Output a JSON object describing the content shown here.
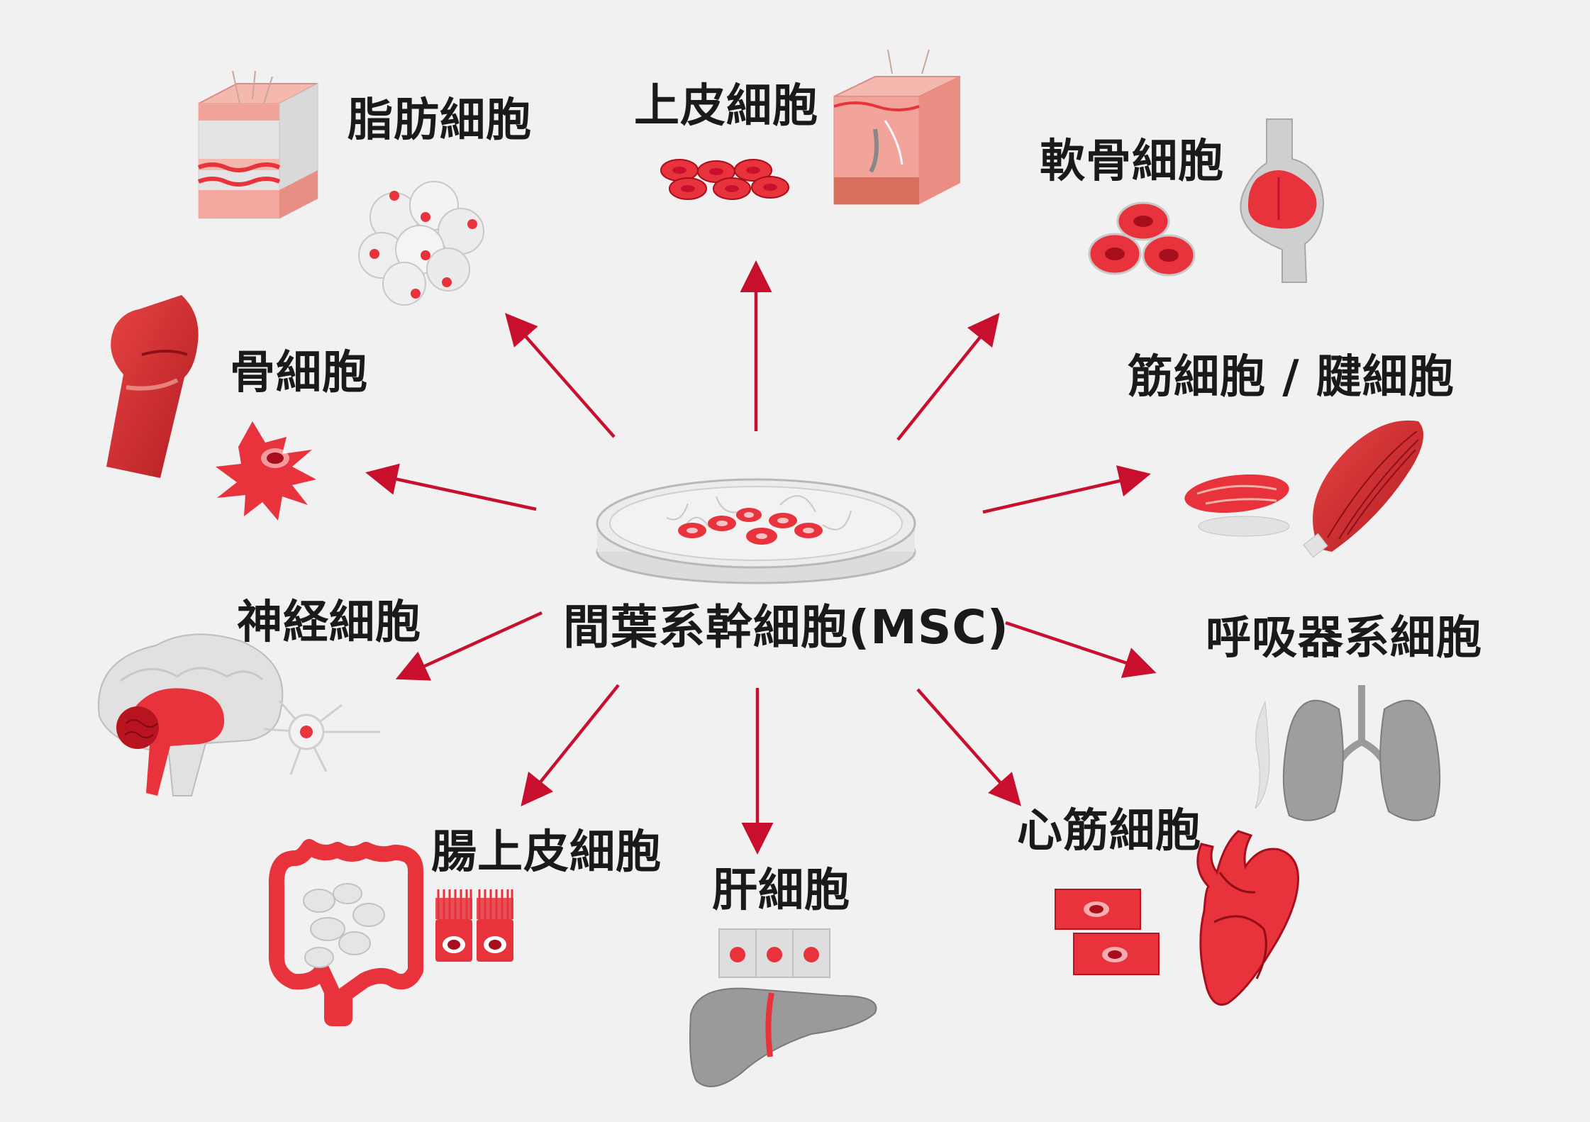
{
  "center": {
    "label": "間葉系幹細胞(MSC)"
  },
  "targets": {
    "adipocyte": {
      "label": "脂肪細胞"
    },
    "epithelial": {
      "label": "上皮細胞"
    },
    "chondrocyte": {
      "label": "軟骨細胞"
    },
    "osteocyte": {
      "label": "骨細胞"
    },
    "muscle_tendon": {
      "label": "筋細胞 / 腱細胞"
    },
    "neuron": {
      "label": "神経細胞"
    },
    "respiratory": {
      "label": "呼吸器系細胞"
    },
    "intestinal": {
      "label": "腸上皮細胞"
    },
    "hepatocyte": {
      "label": "肝細胞"
    },
    "cardiomyocyte": {
      "label": "心筋細胞"
    }
  },
  "colors": {
    "arrow": "#c8102e",
    "cell_red": "#e8323c",
    "cell_dark": "#a80f1c",
    "tissue_pink": "#f2a39a",
    "gray_organ": "#9a9a9a",
    "background": "#f1f1f1"
  }
}
